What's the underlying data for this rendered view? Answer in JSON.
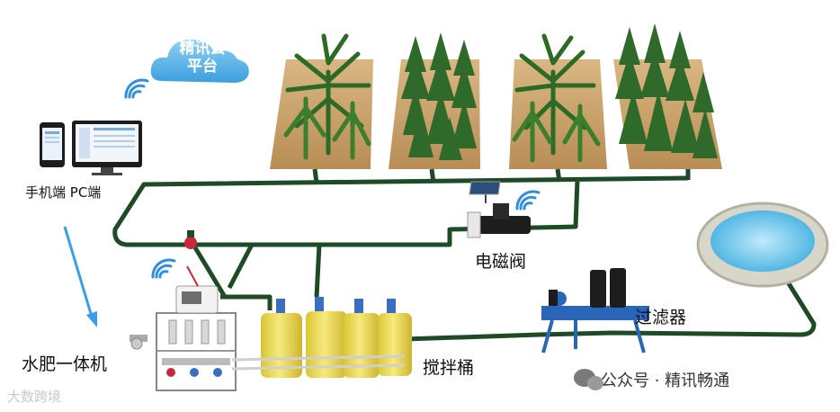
{
  "labels": {
    "cloud_line1": "精讯云",
    "cloud_line2": "平台",
    "terminals": "手机端  PC端",
    "solenoid_valve": "电磁阀",
    "integrated_machine": "水肥一体机",
    "mixing_tank": "搅拌桶",
    "filter": "过滤器",
    "watermark": "公众号 · 精讯畅通",
    "corner_watermark": "大数跨境"
  },
  "colors": {
    "pipe": "#1f4a26",
    "cloud": "#5fb6ea",
    "wifi": "#2e8fe0",
    "arrow": "#3a9ee6",
    "tank": "#eedd55",
    "soil": "#caa36d",
    "pool_water": "#8fd3f2"
  },
  "icons": [
    "wifi-icon",
    "cloud-icon",
    "phone-icon",
    "monitor-icon",
    "solar-panel-icon",
    "wechat-icon"
  ]
}
